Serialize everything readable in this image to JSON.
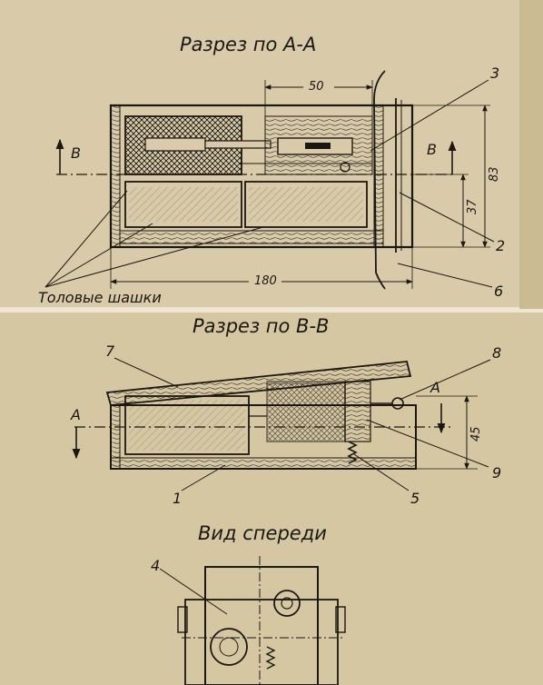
{
  "sections": {
    "aa": {
      "title": "Разрез по А-А",
      "marker_left": "В",
      "marker_right": "В"
    },
    "bb": {
      "title": "Разрез по В-В",
      "marker_left": "А",
      "marker_right": "А"
    },
    "front": {
      "title": "Вид спереди"
    }
  },
  "dimensions": {
    "d50": "50",
    "d83": "83",
    "d37": "37",
    "d180": "180",
    "d45": "45"
  },
  "callouts": {
    "c1": "1",
    "c2": "2",
    "c3": "3",
    "c4": "4",
    "c5": "5",
    "c6": "6",
    "c7": "7",
    "c8": "8",
    "c9": "9"
  },
  "annotation": {
    "tnt": "Толовые шашки"
  },
  "colors": {
    "paper": "#d9cbaa",
    "paper_dark": "#c9b88f",
    "ink": "#1b1711"
  }
}
